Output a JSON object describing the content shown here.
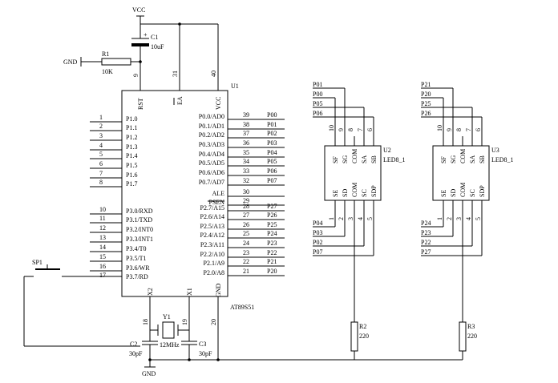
{
  "power": {
    "vcc": "VCC",
    "gnd_top": "GND",
    "gnd_bottom": "GND"
  },
  "r1": {
    "ref": "R1",
    "value": "10K"
  },
  "c1": {
    "ref": "C1",
    "value": "10uF",
    "plus": "+"
  },
  "mcu": {
    "ref": "U1",
    "part": "AT89S51",
    "top_pins": [
      {
        "num": "9",
        "name": "RST"
      },
      {
        "num": "31",
        "name": "EA"
      },
      {
        "num": "40",
        "name": "VCC"
      }
    ],
    "bottom_pins": [
      {
        "num": "18",
        "name": "X2"
      },
      {
        "num": "19",
        "name": "X1"
      },
      {
        "num": "20",
        "name": "GND"
      }
    ],
    "left_pins": [
      {
        "num": "1",
        "name": "P1.0"
      },
      {
        "num": "2",
        "name": "P1.1"
      },
      {
        "num": "3",
        "name": "P1.2"
      },
      {
        "num": "4",
        "name": "P1.3"
      },
      {
        "num": "5",
        "name": "P1.4"
      },
      {
        "num": "6",
        "name": "P1.5"
      },
      {
        "num": "7",
        "name": "P1.6"
      },
      {
        "num": "8",
        "name": "P1.7"
      },
      {
        "num": "10",
        "name": "P3.0/RXD"
      },
      {
        "num": "11",
        "name": "P3.1/TXD"
      },
      {
        "num": "12",
        "name": "P3.2/INT0"
      },
      {
        "num": "13",
        "name": "P3.3/INT1"
      },
      {
        "num": "14",
        "name": "P3.4/T0"
      },
      {
        "num": "15",
        "name": "P3.5/T1"
      },
      {
        "num": "16",
        "name": "P3.6/WR"
      },
      {
        "num": "17",
        "name": "P3.7/RD"
      }
    ],
    "right_pins": [
      {
        "num": "39",
        "name": "P0.0/AD0",
        "net": "P00"
      },
      {
        "num": "38",
        "name": "P0.1/AD1",
        "net": "P01"
      },
      {
        "num": "37",
        "name": "P0.2/AD2",
        "net": "P02"
      },
      {
        "num": "36",
        "name": "P0.3/AD3",
        "net": "P03"
      },
      {
        "num": "35",
        "name": "P0.4/AD4",
        "net": "P04"
      },
      {
        "num": "34",
        "name": "P0.5/AD5",
        "net": "P05"
      },
      {
        "num": "33",
        "name": "P0.6/AD6",
        "net": "P06"
      },
      {
        "num": "32",
        "name": "P0.7/AD7",
        "net": "P07"
      },
      {
        "num": "30",
        "name": "ALE",
        "net": ""
      },
      {
        "num": "29",
        "name": "PSEN",
        "net": ""
      },
      {
        "num": "28",
        "name": "P2.7/A15",
        "net": "P27"
      },
      {
        "num": "27",
        "name": "P2.6/A14",
        "net": "P26"
      },
      {
        "num": "26",
        "name": "P2.5/A13",
        "net": "P25"
      },
      {
        "num": "25",
        "name": "P2.4/A12",
        "net": "P24"
      },
      {
        "num": "24",
        "name": "P2.3/A11",
        "net": "P23"
      },
      {
        "num": "23",
        "name": "P2.2/A10",
        "net": "P22"
      },
      {
        "num": "22",
        "name": "P2.1/A9",
        "net": "P21"
      },
      {
        "num": "21",
        "name": "P2.0/A8",
        "net": "P20"
      }
    ]
  },
  "switch": {
    "ref": "SP1"
  },
  "crystal": {
    "ref": "Y1",
    "value": "12MHz"
  },
  "c2": {
    "ref": "C2",
    "value": "30pF"
  },
  "c3": {
    "ref": "C3",
    "value": "30pF"
  },
  "displays": [
    {
      "ref": "U2",
      "part": "LED8_1",
      "top_nets": [
        "P01",
        "P00",
        "P05",
        "P06"
      ],
      "top_pins": [
        {
          "num": "10",
          "name": "SF"
        },
        {
          "num": "9",
          "name": "SG"
        },
        {
          "num": "8",
          "name": "COM"
        },
        {
          "num": "7",
          "name": "SA"
        },
        {
          "num": "6",
          "name": "SB"
        }
      ],
      "bottom_pins": [
        {
          "num": "1",
          "name": "SE"
        },
        {
          "num": "2",
          "name": "SD"
        },
        {
          "num": "3",
          "name": "COM"
        },
        {
          "num": "4",
          "name": "SC"
        },
        {
          "num": "5",
          "name": "SDP"
        }
      ],
      "bottom_nets": [
        "P04",
        "P03",
        "P02",
        "P07"
      ],
      "resistor": {
        "ref": "R2",
        "value": "220"
      }
    },
    {
      "ref": "U3",
      "part": "LED8_1",
      "top_nets": [
        "P21",
        "P20",
        "P25",
        "P26"
      ],
      "top_pins": [
        {
          "num": "10",
          "name": "SF"
        },
        {
          "num": "9",
          "name": "SG"
        },
        {
          "num": "8",
          "name": "COM"
        },
        {
          "num": "7",
          "name": "SA"
        },
        {
          "num": "6",
          "name": "SB"
        }
      ],
      "bottom_pins": [
        {
          "num": "1",
          "name": "SE"
        },
        {
          "num": "2",
          "name": "SD"
        },
        {
          "num": "3",
          "name": "COM"
        },
        {
          "num": "4",
          "name": "SC"
        },
        {
          "num": "5",
          "name": "SDP"
        }
      ],
      "bottom_nets": [
        "P24",
        "P23",
        "P22",
        "P27"
      ],
      "resistor": {
        "ref": "R3",
        "value": "220"
      }
    }
  ]
}
